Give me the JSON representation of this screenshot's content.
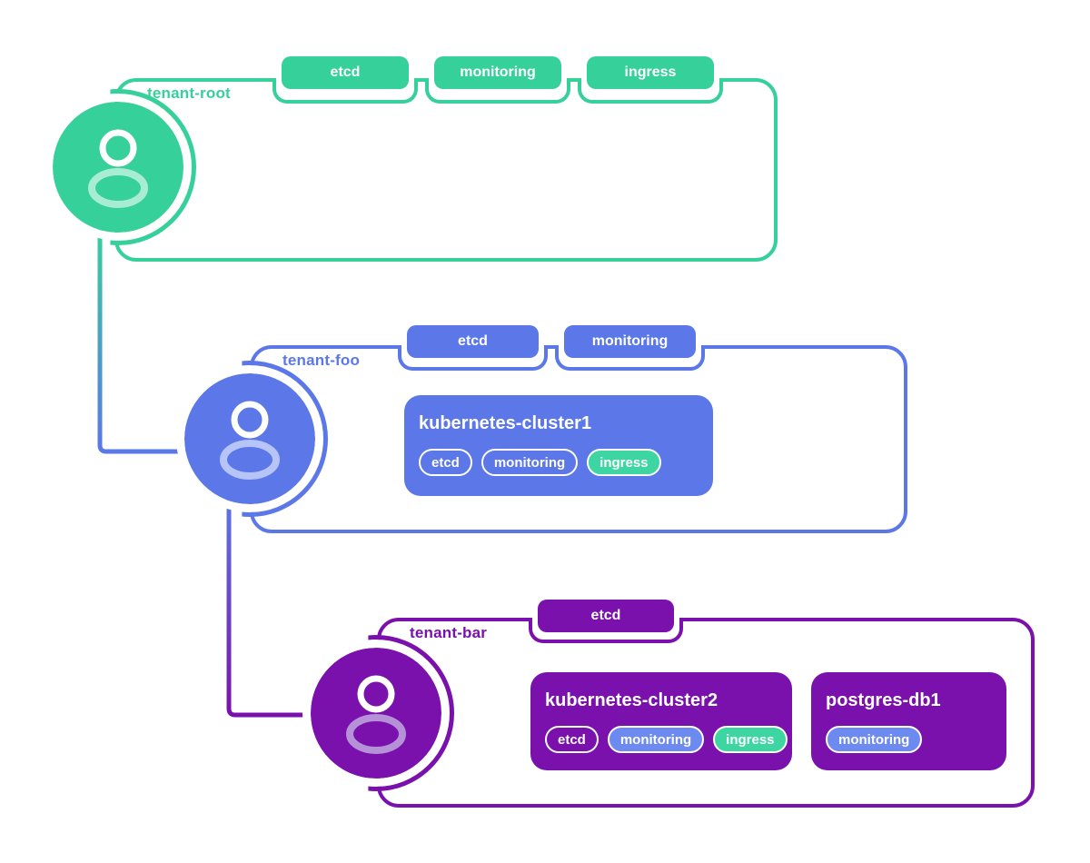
{
  "colors": {
    "tenant_root_green": "#36d09b",
    "tenant_foo_blue": "#5b77e8",
    "tenant_bar_purple": "#7a11ad",
    "pill_blue": "#6d8af0",
    "pill_green": "#3dd5a1",
    "avatar_body_light_green": "#a8ecd2",
    "avatar_body_light_blue": "#b6c4f7",
    "avatar_body_light_purple": "#b592d8",
    "background": "#ffffff",
    "text_on_fill": "#ffffff"
  },
  "tenants": [
    {
      "label": "tenant-root",
      "color": "#36d09b",
      "badges": [
        "etcd",
        "monitoring",
        "ingress"
      ],
      "workloads": []
    },
    {
      "label": "tenant-foo",
      "color": "#5b77e8",
      "badges": [
        "etcd",
        "monitoring"
      ],
      "workloads": [
        {
          "name": "kubernetes-cluster1",
          "pills": [
            {
              "label": "etcd",
              "variant": "outline"
            },
            {
              "label": "monitoring",
              "variant": "outline"
            },
            {
              "label": "ingress",
              "variant": "green"
            }
          ]
        }
      ]
    },
    {
      "label": "tenant-bar",
      "color": "#7a11ad",
      "badges": [
        "etcd"
      ],
      "workloads": [
        {
          "name": "kubernetes-cluster2",
          "pills": [
            {
              "label": "etcd",
              "variant": "outline"
            },
            {
              "label": "monitoring",
              "variant": "blue"
            },
            {
              "label": "ingress",
              "variant": "green"
            }
          ]
        },
        {
          "name": "postgres-db1",
          "pills": [
            {
              "label": "monitoring",
              "variant": "blue"
            }
          ]
        }
      ]
    }
  ],
  "connectors": [
    {
      "from": "tenant-root",
      "to": "tenant-foo",
      "gradient": [
        "#36d09b",
        "#5b77e8"
      ]
    },
    {
      "from": "tenant-foo",
      "to": "tenant-bar",
      "gradient": [
        "#5b77e8",
        "#7a11ad"
      ]
    }
  ]
}
